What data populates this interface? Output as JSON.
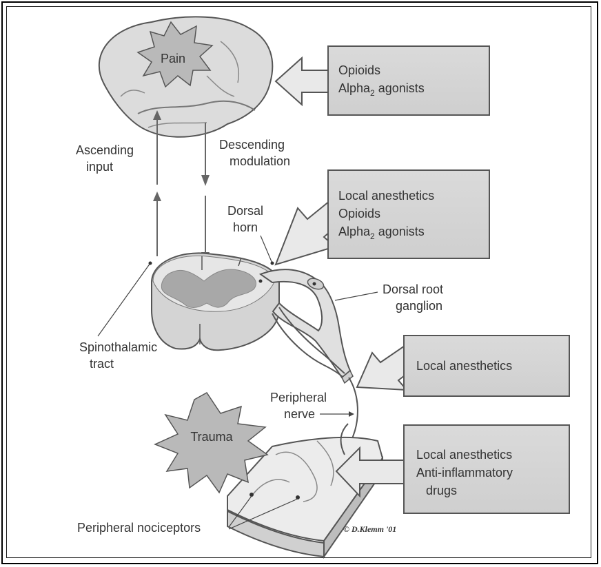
{
  "brain": {
    "label": "Pain"
  },
  "trauma": {
    "label": "Trauma"
  },
  "labels": {
    "ascending_1": "Ascending",
    "ascending_2": "input",
    "descending_1": "Descending",
    "descending_2": "modulation",
    "dorsal_horn_1": "Dorsal",
    "dorsal_horn_2": "horn",
    "drg_1": "Dorsal root",
    "drg_2": "ganglion",
    "spinothalamic_1": "Spinothalamic",
    "spinothalamic_2": "tract",
    "peripheral_nerve_1": "Peripheral",
    "peripheral_nerve_2": "nerve",
    "nociceptors": "Peripheral nociceptors",
    "credit": "© D.Klemm '01"
  },
  "boxes": {
    "brain": {
      "line1": "Opioids",
      "line2_base": "Alpha",
      "line2_sub": "2",
      "line2_rest": " agonists"
    },
    "dorsal_horn": {
      "line1": "Local anesthetics",
      "line2": "Opioids",
      "line3_base": "Alpha",
      "line3_sub": "2",
      "line3_rest": " agonists"
    },
    "nerve": {
      "line1": "Local anesthetics"
    },
    "periphery": {
      "line1": "Local anesthetics",
      "line2": "Anti-inflammatory",
      "line3": "drugs"
    }
  },
  "colors": {
    "box_fill": "#d6d6d6",
    "box_stroke": "#555555",
    "arrow_fill": "#e9e9e9",
    "brain_fill": "#dcdcdc",
    "star_fill": "#b9b9b9",
    "cord_fill": "#e0e0e0",
    "gray_matter": "#a8a8a8"
  }
}
